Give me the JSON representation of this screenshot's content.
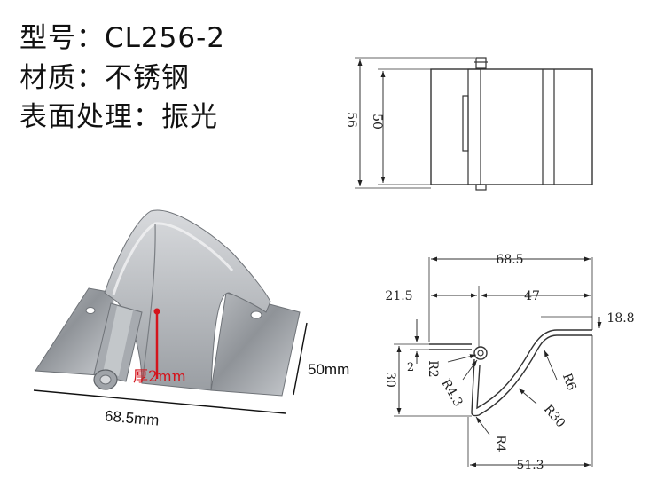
{
  "specs": {
    "model": "型号：CL256-2",
    "material": "材质：不锈钢",
    "finish": "表面处理：振光"
  },
  "photo": {
    "thickness_label": "厚2mm",
    "depth_label": "50mm",
    "length_label": "68.5mm"
  },
  "side_view": {
    "outer_height": "56",
    "inner_height": "50"
  },
  "profile_view": {
    "total_width": "68.5",
    "left_flange": "21.5",
    "right_span": "47",
    "right_height": "18.8",
    "left_height": "30",
    "offset": "2",
    "pin_radius": "R2",
    "knuckle_radius": "R4.3",
    "bend_radius_right": "R6",
    "curve_radius": "R30",
    "bottom_radius": "R4",
    "bottom_width": "51.3"
  }
}
